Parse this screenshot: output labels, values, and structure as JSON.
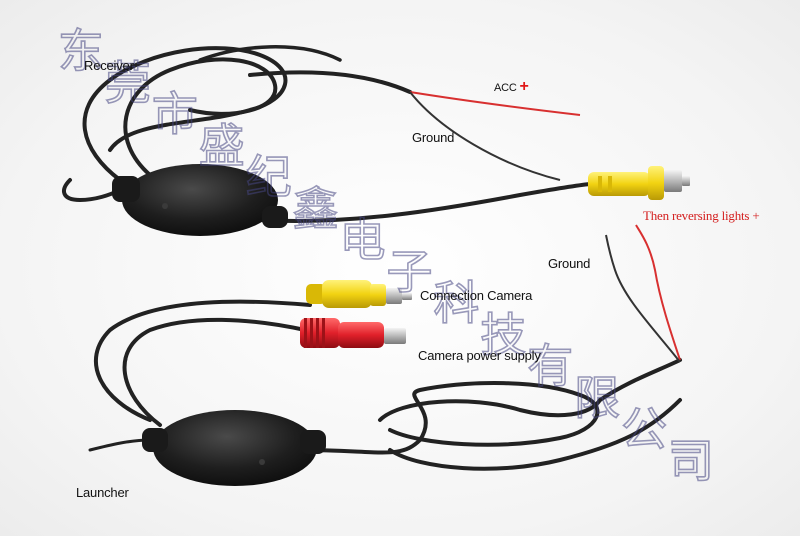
{
  "labels": {
    "receiver": "Receiver",
    "acc": "ACC",
    "acc_plus": "+",
    "ground_top": "Ground",
    "reversing": "Then reversing lights +",
    "ground_right": "Ground",
    "connection_camera": "Connection Camera",
    "camera_power": "Camera power supply",
    "launcher": "Launcher"
  },
  "watermark": {
    "text": "东莞市盛纪鑫电子科技有限公司",
    "chars": [
      "东",
      "莞",
      "市",
      "盛",
      "纪",
      "鑫",
      "电",
      "子",
      "科",
      "技",
      "有",
      "限",
      "公",
      "司"
    ]
  },
  "colors": {
    "cable": "#2a2a2a",
    "module": "#1c1c1c",
    "rca_yellow": "#f2d312",
    "dc_red": "#e0202a",
    "wire_red": "#d83030",
    "watermark": "#46468a"
  }
}
